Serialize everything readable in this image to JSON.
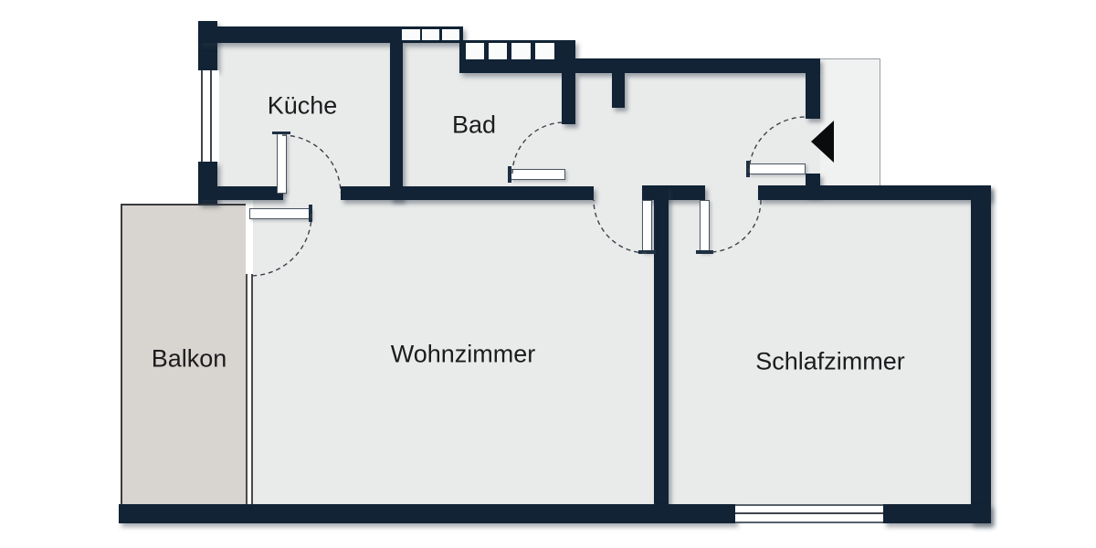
{
  "title": "Apartment floor plan",
  "rooms": {
    "kueche": {
      "label": "Küche"
    },
    "bad": {
      "label": "Bad"
    },
    "balkon": {
      "label": "Balkon"
    },
    "wohnzimmer": {
      "label": "Wohnzimmer"
    },
    "schlafzimmer": {
      "label": "Schlafzimmer"
    }
  },
  "colors": {
    "wall": "#112335",
    "room_fill": "#e9eaea",
    "balcony_fill": "#d8d4cf",
    "landing_fill": "#f0f1f1",
    "background": "#ffffff",
    "entrance_arrow": "#0a0b0d",
    "label_text": "#1c1c1e"
  },
  "symbols": {
    "entrance_arrow": "entrance-direction-left",
    "door_swings": 6,
    "windows": 4
  }
}
